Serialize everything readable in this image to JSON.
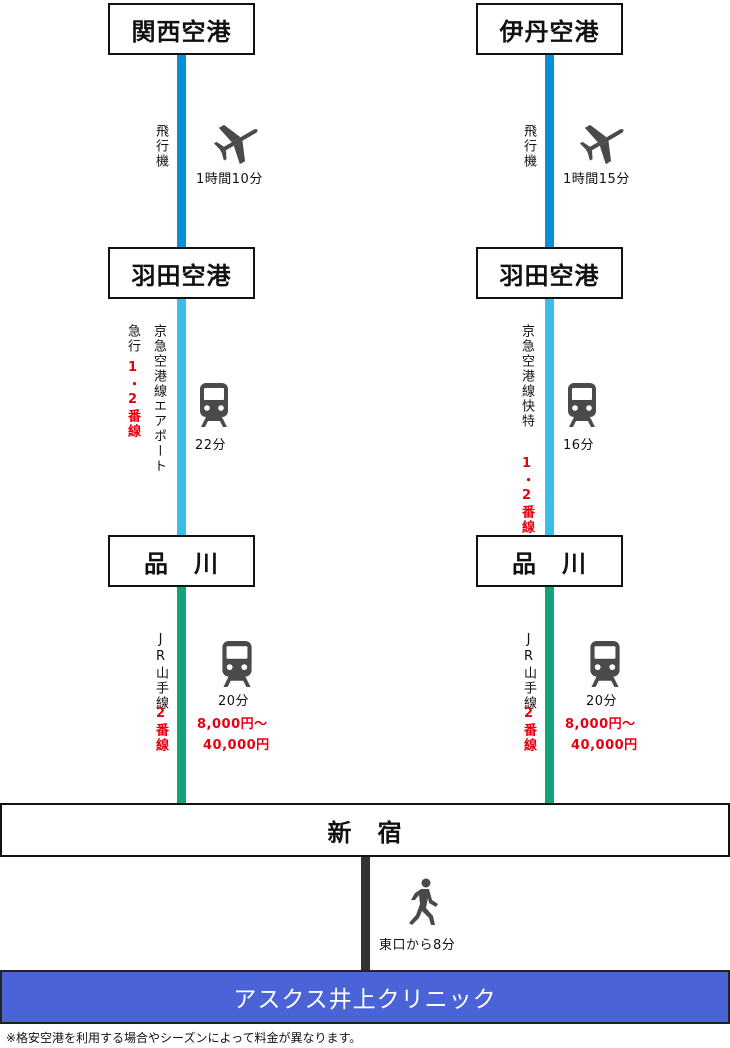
{
  "colors": {
    "flight": "#0a8fd6",
    "keikyu": "#3dbce8",
    "jr": "#13a57a",
    "walk": "#333333",
    "clinic_bg": "#4a63d6",
    "accent_red": "#e60012"
  },
  "left": {
    "origin": "関西空港",
    "flight_label": "飛行機",
    "flight_time": "1時間10分",
    "hub": "羽田空港",
    "keikyu_line1": "急行",
    "keikyu_platform": "1・2番線",
    "keikyu_line2": "京急空港線エアポート",
    "keikyu_time": "22分",
    "transfer": "品　川",
    "jr_line": "JR山手線",
    "jr_platform": "2番線",
    "jr_time": "20分",
    "jr_fare1": "8,000円～",
    "jr_fare2": "40,000円"
  },
  "right": {
    "origin": "伊丹空港",
    "flight_label": "飛行機",
    "flight_time": "1時間15分",
    "hub": "羽田空港",
    "keikyu_line": "京急空港線快特",
    "keikyu_platform": "1・2番線",
    "keikyu_time": "16分",
    "transfer": "品　川",
    "jr_line": "JR山手線",
    "jr_platform": "2番線",
    "jr_time": "20分",
    "jr_fare1": "8,000円～",
    "jr_fare2": "40,000円"
  },
  "shinjuku": "新　宿",
  "walk_time": "東口から8分",
  "destination": "アスクス井上クリニック",
  "note": "※格安空港を利用する場合やシーズンによって料金が異なります。",
  "icons": [
    "airplane-icon",
    "train-icon",
    "walking-person-icon"
  ]
}
